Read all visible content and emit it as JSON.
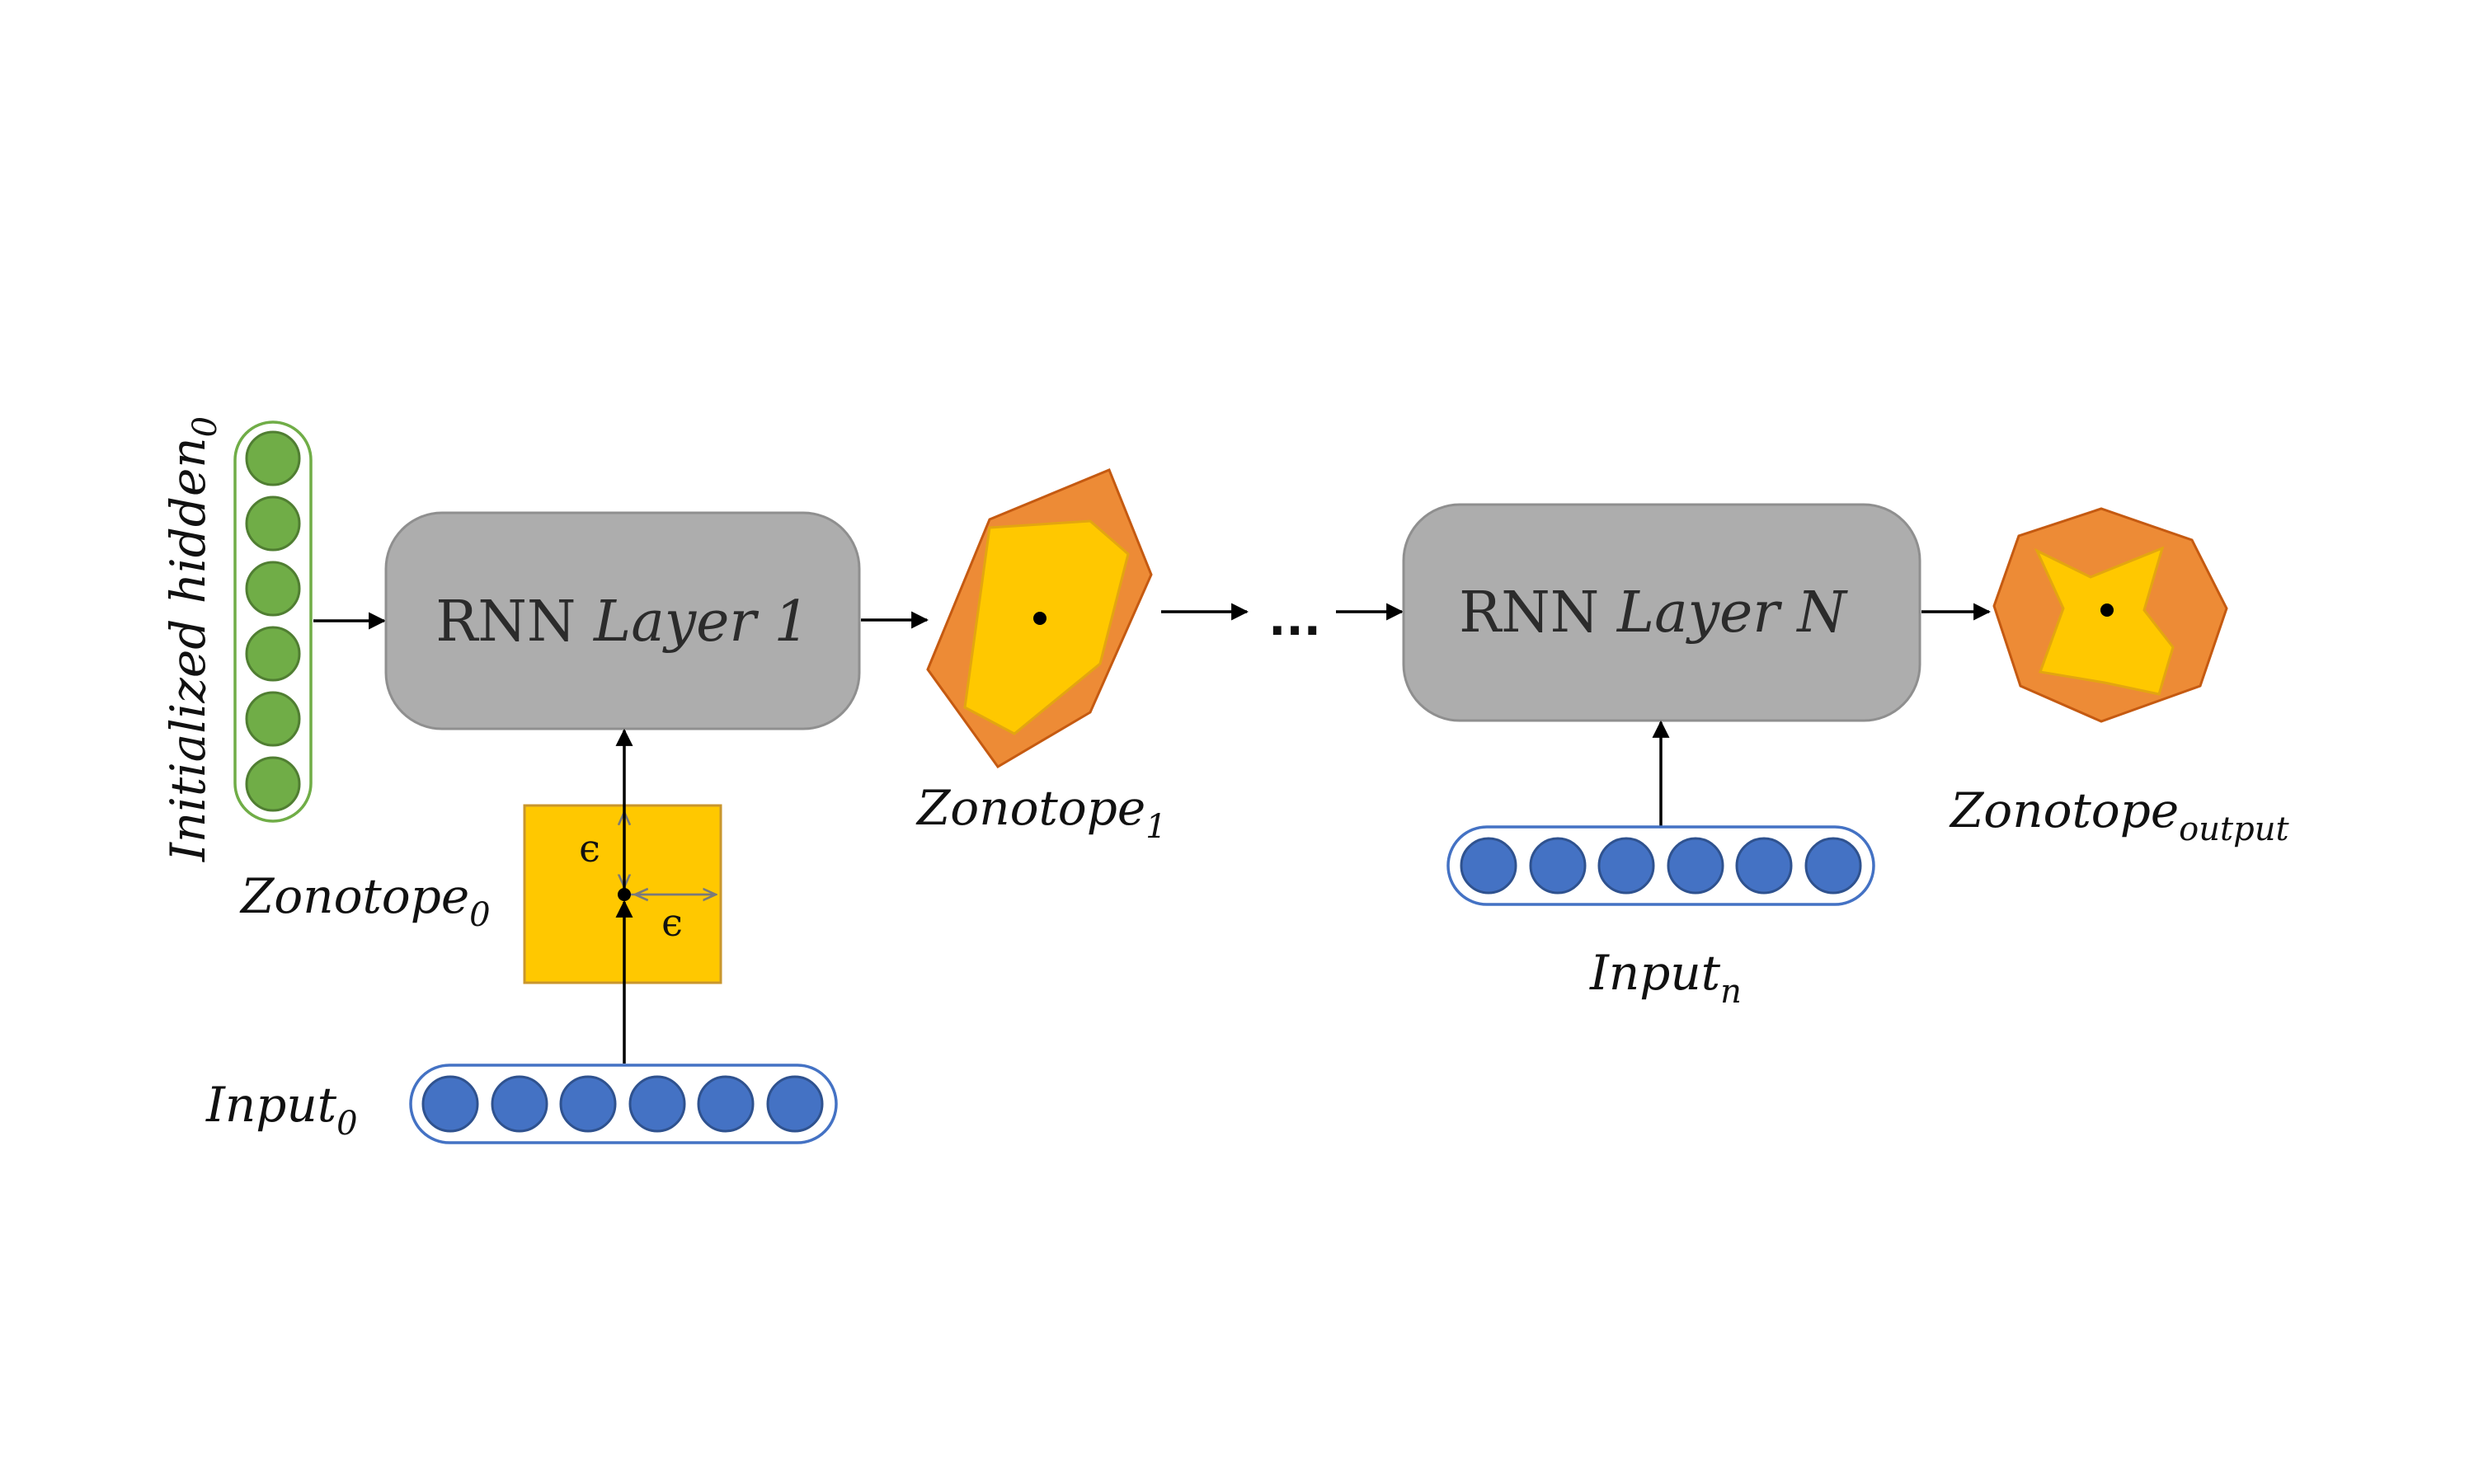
{
  "hidden_label": {
    "main": "Initialized hidden",
    "sub": "0"
  },
  "layers": {
    "first": {
      "prefix": "RNN ",
      "name": "Layer 1"
    },
    "last": {
      "prefix": "RNN ",
      "name": "Layer N"
    }
  },
  "ellipsis": "...",
  "epsilon": "ϵ",
  "zonotopes": {
    "z0": {
      "main": "Zonotope",
      "sub": "0"
    },
    "z1": {
      "main": "Zonotope",
      "sub": "1"
    },
    "zout": {
      "main": "Zonotope",
      "sub": "output"
    }
  },
  "inputs": {
    "input0": {
      "main": "Input",
      "sub": "0"
    },
    "inputn": {
      "main": "Input",
      "sub": "n"
    }
  },
  "colors": {
    "hidden_node": "#70ad47",
    "input_node": "#4472c4",
    "layer_box": "#adadad",
    "zonotope_outer": "#ed8b36",
    "zonotope_inner": "#ffc800"
  }
}
